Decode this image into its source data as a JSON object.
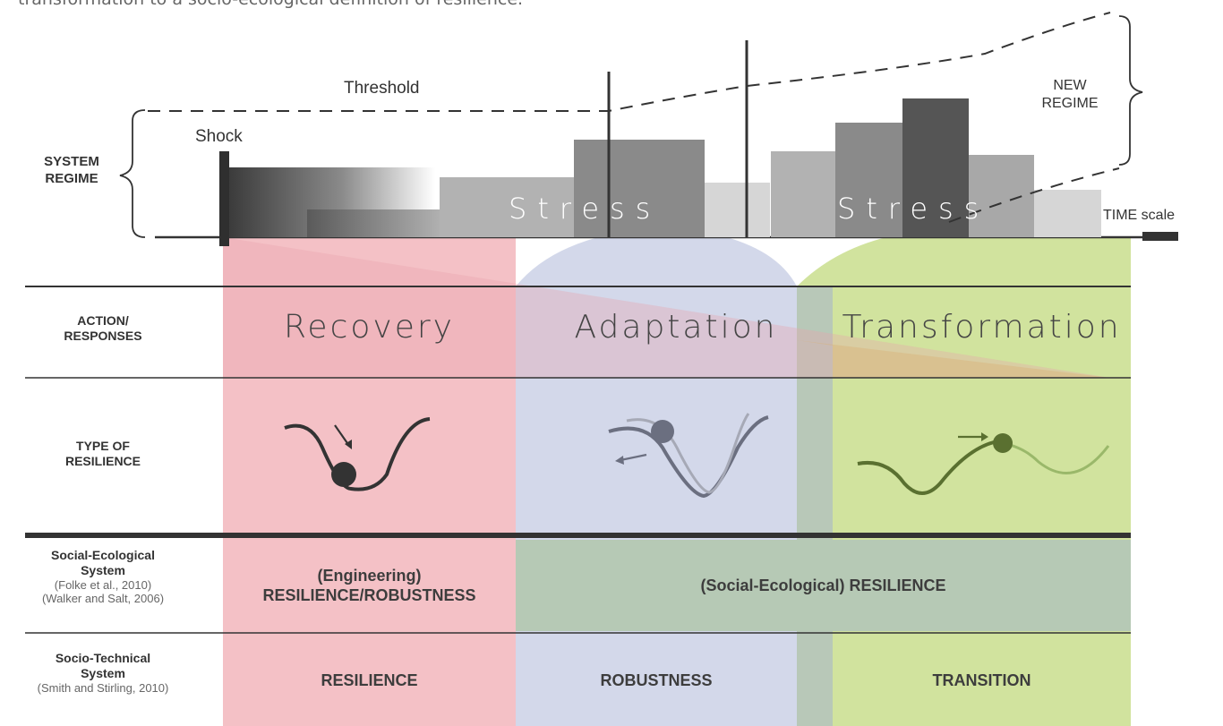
{
  "intro_text": "transformation to a socio-ecological definition of resilience.",
  "top": {
    "threshold": "Threshold",
    "shock": "Shock",
    "stress": "Stress",
    "new_regime": "NEW REGIME",
    "system_regime": "SYSTEM REGIME",
    "time_scale": "TIME scale"
  },
  "rows": {
    "action": "ACTION/ RESPONSES",
    "type": "TYPE OF RESILIENCE",
    "ses_title": "Social-Ecological System",
    "ses_ref1": "(Folke et al., 2010)",
    "ses_ref2": "(Walker and Salt, 2006)",
    "sts_title": "Socio-Technical System",
    "sts_ref": "(Smith and Stirling, 2010)"
  },
  "phases": {
    "recovery": "Recovery",
    "adaptation": "Adaptation",
    "transformation": "Transformation"
  },
  "cells": {
    "ses_left_1": "(Engineering)",
    "ses_left_2": "RESILIENCE/ROBUSTNESS",
    "ses_right": "(Social-Ecological) RESILIENCE",
    "sts_resilience": "RESILIENCE",
    "sts_robustness": "ROBUSTNESS",
    "sts_transition": "TRANSITION"
  },
  "colors": {
    "recovery": "#f4c1c6",
    "adaptation": "#d3d8ea",
    "transformation": "#d1e39e",
    "ses_band": "#b6c9b5",
    "overlap": "#b8c8b8"
  }
}
